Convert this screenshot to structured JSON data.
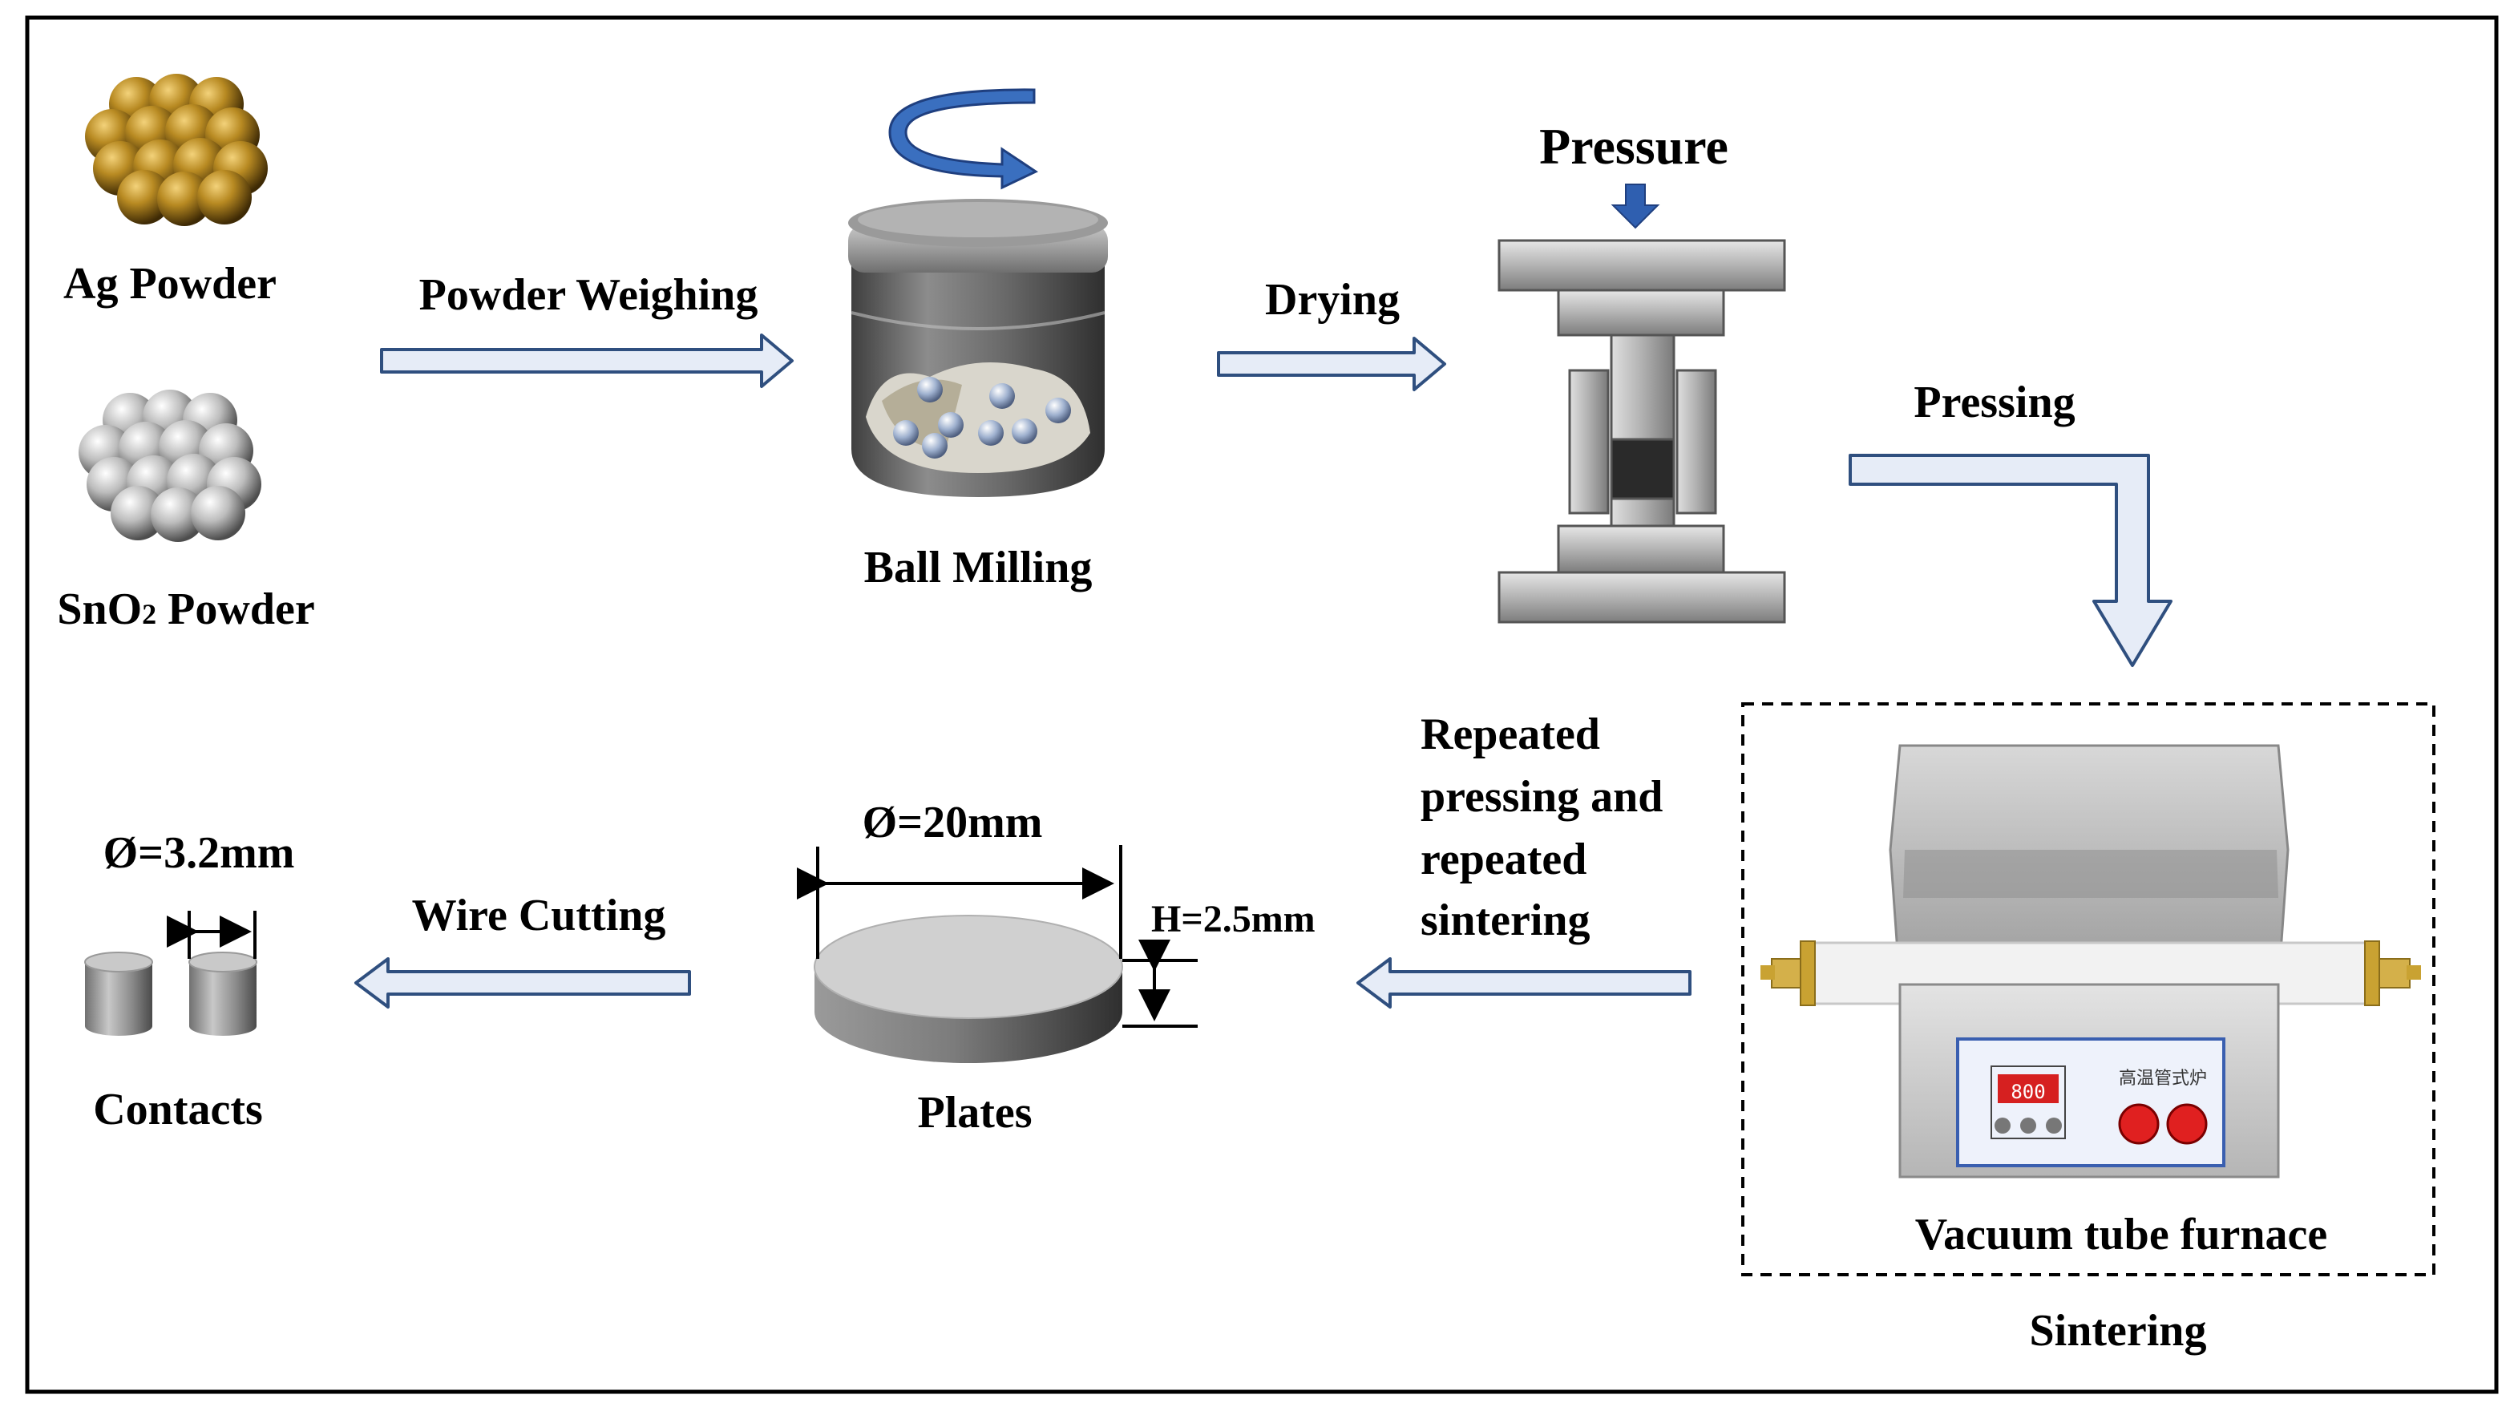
{
  "colors": {
    "arrow_fill": "#e6ecf7",
    "arrow_stroke": "#2f4f7f",
    "rotate_arrow": "#3a6fbf",
    "press_arrow": "#2f5fb0",
    "metal": "#b9b9b9",
    "furnace_display": "#d62020",
    "furnace_button": "#e02020"
  },
  "labels": {
    "ag_powder": "Ag Powder",
    "sno2_main": "SnO",
    "sno2_sub": "2",
    "sno2_rest": " Powder",
    "powder_weighing": "Powder Weighing",
    "ball_milling": "Ball Milling",
    "drying": "Drying",
    "pressure": "Pressure",
    "pressing": "Pressing",
    "repeated_1": "Repeated",
    "repeated_2": "pressing and",
    "repeated_3": "repeated",
    "repeated_4": "sintering",
    "vacuum_tube_furnace": "Vacuum tube furnace",
    "sintering": "Sintering",
    "plate_diameter": "Ø=20mm",
    "plate_height": "H=2.5mm",
    "plates": "Plates",
    "wire_cutting": "Wire Cutting",
    "contact_diameter": "Ø=3.2mm",
    "contacts": "Contacts"
  },
  "furnace": {
    "display_value": "800",
    "panel_text": "高温管式炉"
  },
  "icons": [
    "ag-powder-spheres-icon",
    "sno2-powder-spheres-icon",
    "ball-mill-jar-icon",
    "rotation-arrow-icon",
    "press-mold-icon",
    "pressure-arrow-icon",
    "tube-furnace-icon",
    "plate-disc-icon",
    "contact-cylinder-icon"
  ]
}
